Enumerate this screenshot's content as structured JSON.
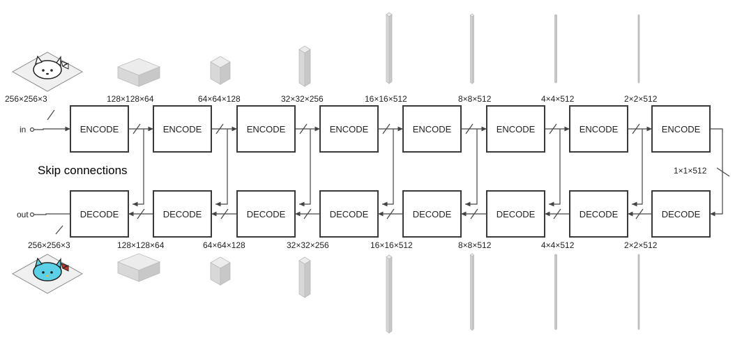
{
  "diagram": {
    "skip_label": "Skip connections",
    "in_label": "in",
    "out_label": "out",
    "encoder_label": "ENCODE",
    "decoder_label": "DECODE",
    "bottleneck_dim": "1×1×512",
    "encoder_dims": [
      "256×256×3",
      "128×128×64",
      "64×64×128",
      "32×32×256",
      "16×16×512",
      "8×8×512",
      "4×4×512",
      "2×2×512"
    ],
    "decoder_dims": [
      "256×256×3",
      "128×128×64",
      "64×64×128",
      "32×32×256",
      "16×16×512",
      "8×8×512",
      "4×4×512",
      "2×2×512"
    ],
    "colors": {
      "input_face": "#ffffff",
      "output_face": "#5bd0e6",
      "output_bow": "#c0392b",
      "block": "#d6d6d6",
      "stroke": "#3a3a3a"
    },
    "icons": [
      "input-image-icon",
      "output-image-icon",
      "feature-block-icon"
    ]
  }
}
